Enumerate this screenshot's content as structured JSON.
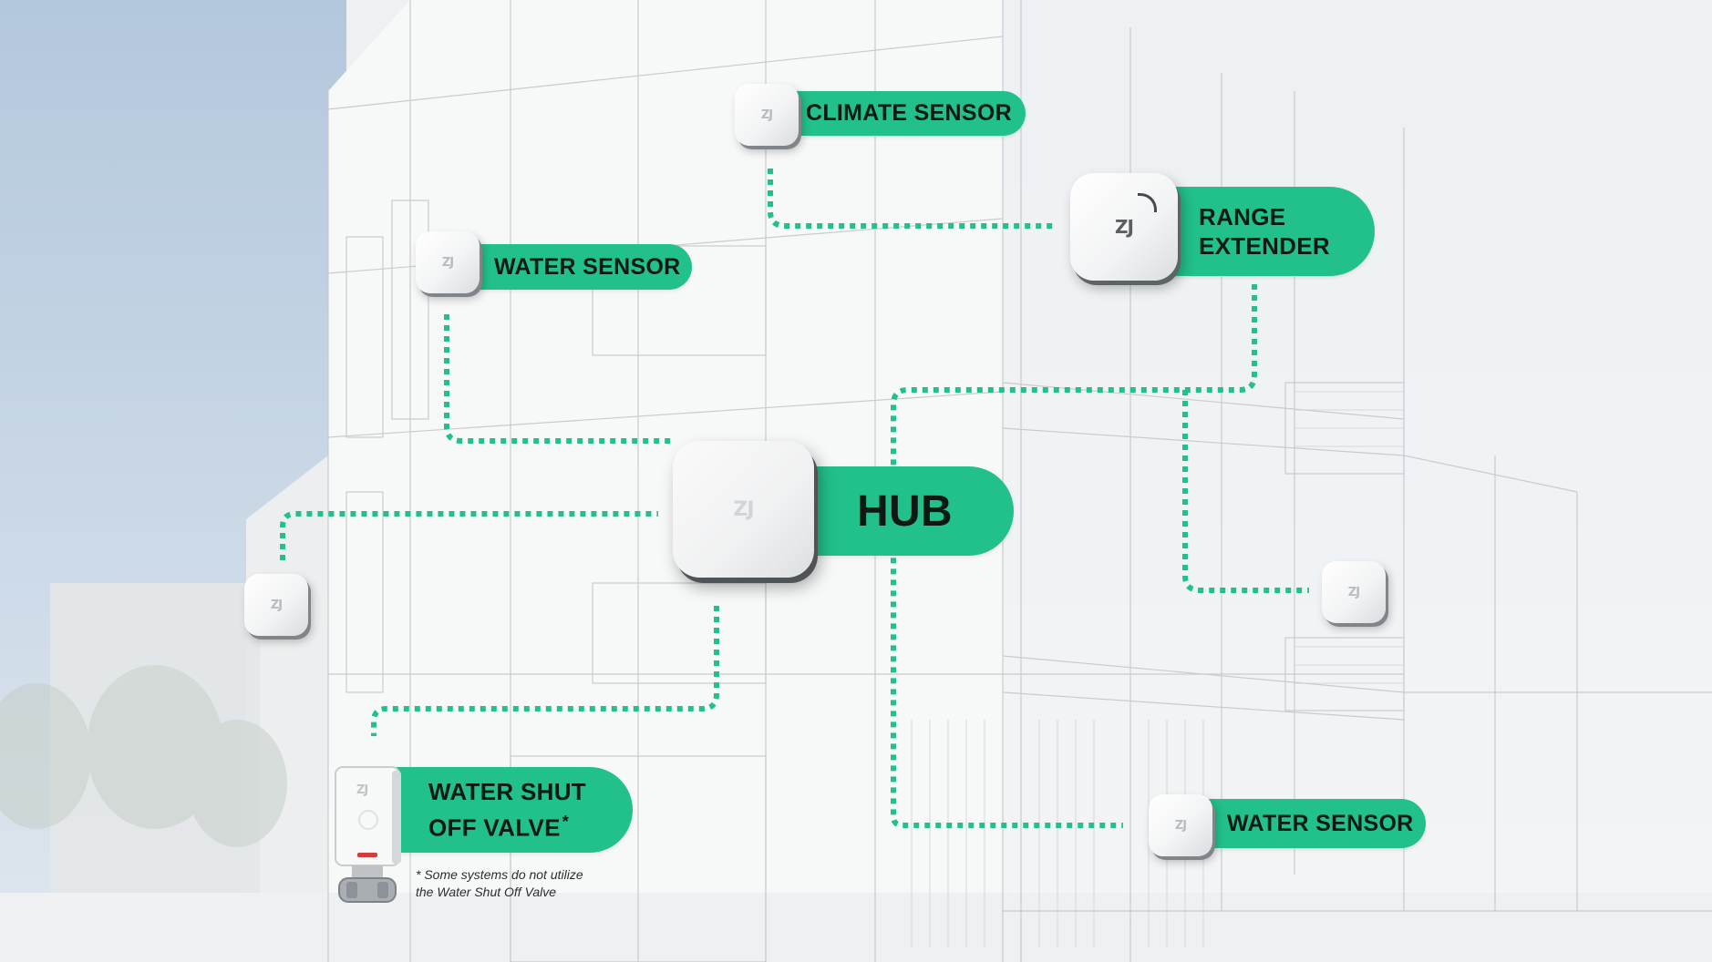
{
  "colors": {
    "accent": "#22c08b",
    "connector": "#22c08b",
    "label_text": "#0d1a14",
    "sky": "#b5c9de"
  },
  "hub": {
    "label": "HUB",
    "logo": "ZJ"
  },
  "climate_sensor": {
    "label": "CLIMATE SENSOR",
    "logo": "ZJ"
  },
  "range_extender": {
    "line1": "RANGE",
    "line2": "EXTENDER",
    "logo": "ZJ"
  },
  "water_sensor_upper": {
    "label": "WATER SENSOR",
    "logo": "ZJ"
  },
  "water_sensor_lower": {
    "label": "WATER SENSOR",
    "logo": "ZJ"
  },
  "left_sensor": {
    "logo": "ZJ"
  },
  "right_sensor": {
    "logo": "ZJ"
  },
  "valve": {
    "line1": "WATER SHUT",
    "line2": "OFF VALVE",
    "mark": "*",
    "logo": "ZJ"
  },
  "footnote": {
    "line1": "* Some systems do not utilize",
    "line2": "the Water Shut Off Valve"
  }
}
